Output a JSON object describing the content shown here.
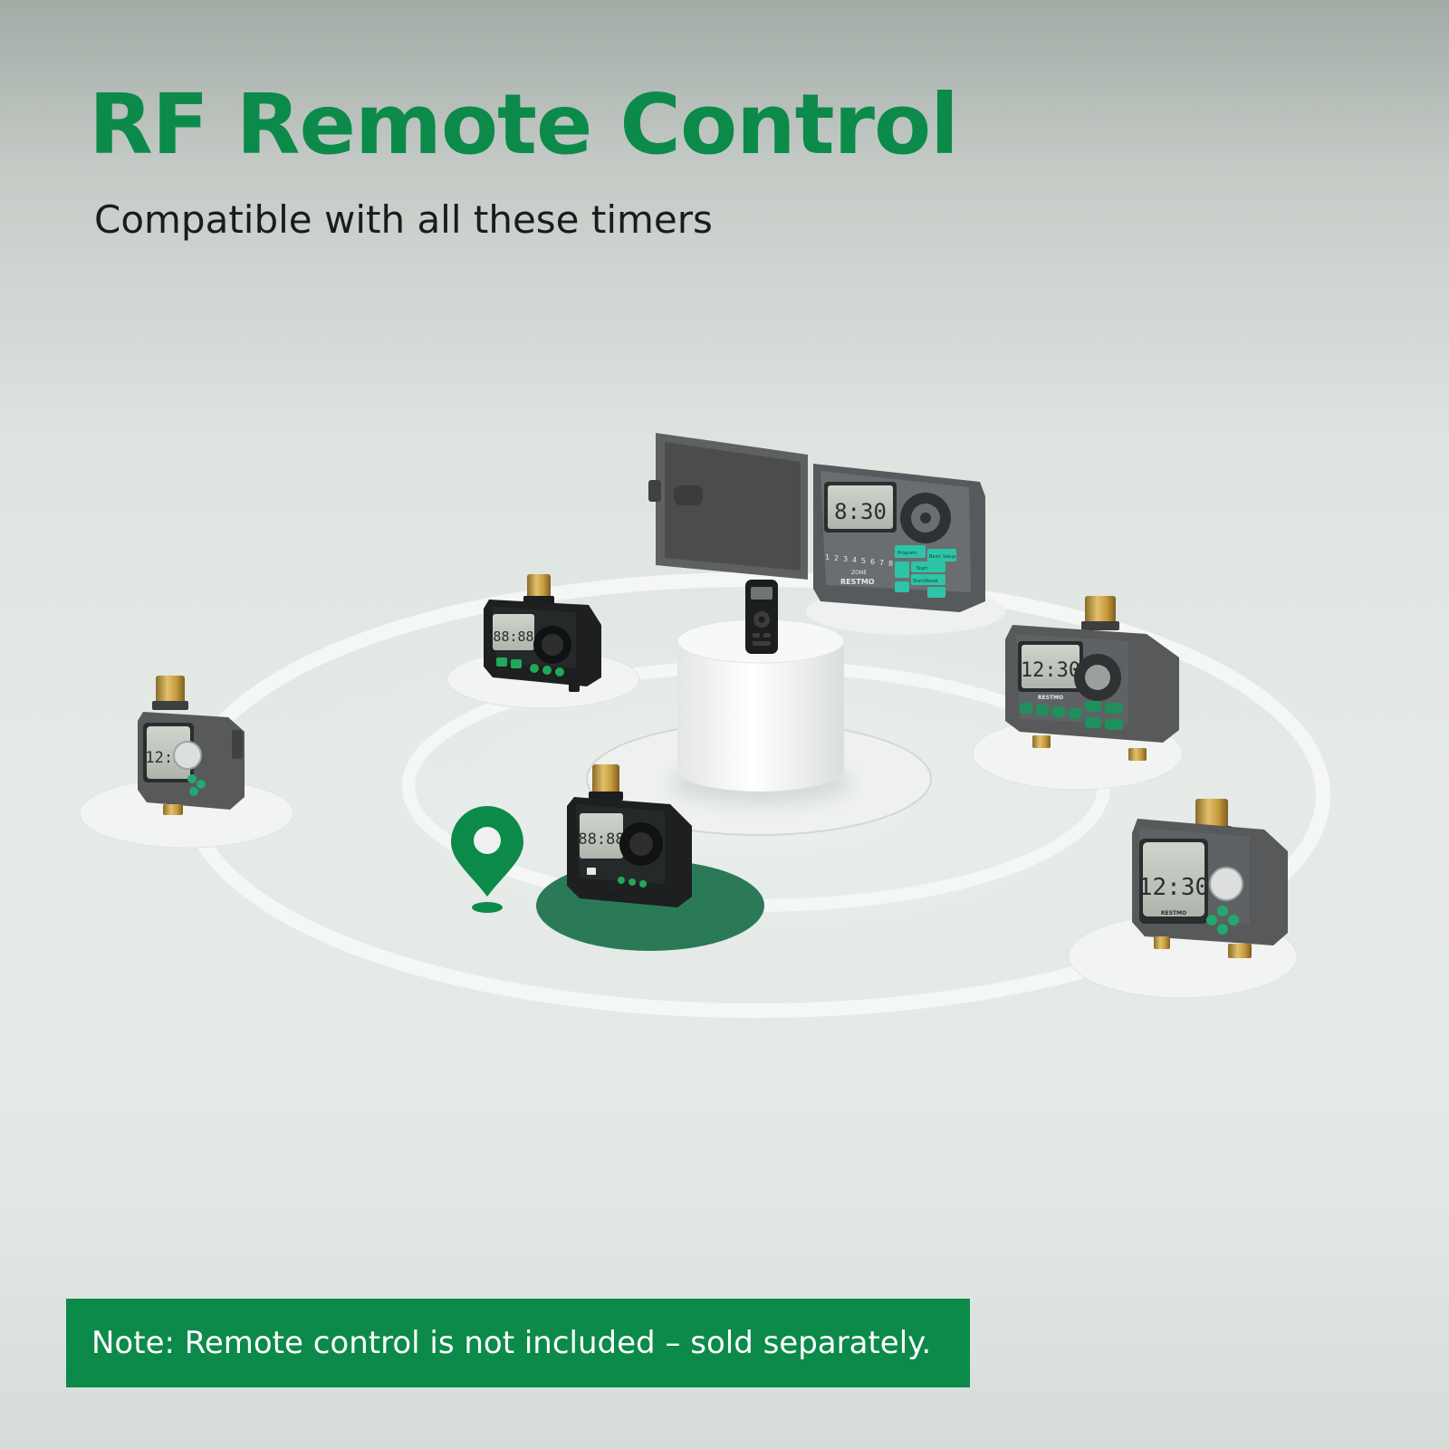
{
  "headline": "RF Remote Control",
  "subheadline": "Compatible with all these timers",
  "note": "Note: Remote control is not included – sold separately.",
  "brand": "RESTMO",
  "colors": {
    "accent_green": "#0c8a4a",
    "dark_green": "#2a7a58",
    "heading_text": "#1c1b1b",
    "key_teal": "#2ec4a8"
  },
  "controller": {
    "display": "8:30",
    "buttons": [
      "Program",
      "Basic Setup",
      "Start",
      "Start/Reset"
    ],
    "zone_label": "ZONE",
    "zones": [
      "1",
      "2",
      "3",
      "4",
      "5",
      "6",
      "7",
      "8"
    ]
  },
  "timers": [
    {
      "id": "single-outlet-grey-left",
      "display": "12:30"
    },
    {
      "id": "single-outlet-black-top",
      "display": "88:88"
    },
    {
      "id": "single-outlet-black-selected",
      "display": "88:88"
    },
    {
      "id": "dual-outlet-four-zone",
      "display": "12:30"
    },
    {
      "id": "dual-outlet-dial",
      "display": "12:30"
    }
  ],
  "icons": [
    "wifi-signal-icon",
    "location-pin-icon",
    "remote-control-icon"
  ]
}
